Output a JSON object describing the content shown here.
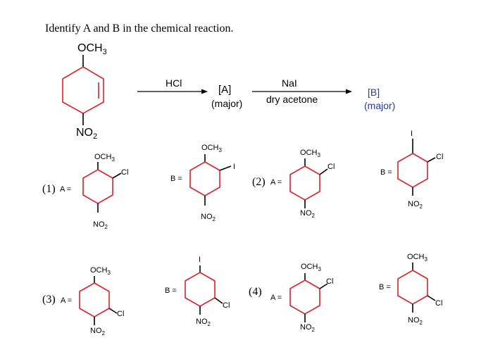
{
  "question": "Identify A and B in the chemical reaction.",
  "reaction": {
    "reactant_top": "OCH",
    "reactant_top_sub": "3",
    "reactant_bottom": "NO",
    "reactant_bottom_sub": "2",
    "reagent1": "HCl",
    "intermediate": "[A]",
    "intermediate_note": "(major)",
    "reagent2_top": "NaI",
    "reagent2_bottom": "dry acetone",
    "product": "[B]",
    "product_note": "(major)"
  },
  "options": [
    {
      "number": "(1)",
      "a_label": "A =",
      "b_label": "B =",
      "a": {
        "top": "OCH3",
        "side": "Cl",
        "bottom": "NO2"
      },
      "b": {
        "top": "OCH3",
        "side": "I",
        "bottom": "NO2"
      }
    },
    {
      "number": "(2)",
      "a_label": "A =",
      "b_label": "B =",
      "a": {
        "top": "OCH3",
        "side": "Cl",
        "bottom": "NO2"
      },
      "b": {
        "top": "I",
        "side": "Cl",
        "bottom": "NO2"
      }
    },
    {
      "number": "(3)",
      "a_label": "A =",
      "b_label": "B =",
      "a": {
        "top": "OCH3",
        "side": "Cl",
        "bottom": "NO2"
      },
      "b": {
        "top": "I",
        "side": "Cl",
        "bottom": "NO2"
      }
    },
    {
      "number": "(4)",
      "a_label": "A =",
      "b_label": "B =",
      "a": {
        "top": "OCH3",
        "side": "Cl",
        "bottom": "NO2"
      },
      "b": {
        "top": "OCH3",
        "side": "Cl",
        "bottom": "NO2"
      }
    }
  ],
  "colors": {
    "bond_black": "#000000",
    "bond_red": "#d8222a",
    "product_blue": "#1f3f9f"
  }
}
